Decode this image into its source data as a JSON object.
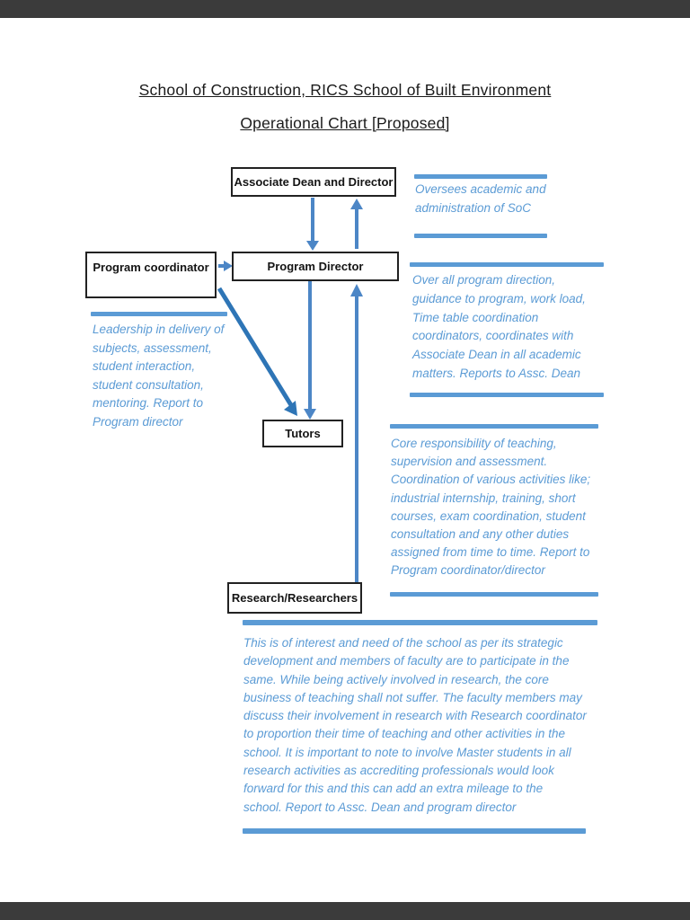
{
  "colors": {
    "accent_blue": "#5b9bd5",
    "arrow_blue": "#4c86c6",
    "diagonal_arrow_blue": "#2e75b6",
    "viewer_bar_gray": "#3b3b3b",
    "box_border": "#222222",
    "title_text": "#1b1b1b"
  },
  "title": {
    "line1": "School of Construction, RICS School of Built Environment",
    "line2": "Operational Chart [Proposed]"
  },
  "chart": {
    "type": "org-flow-diagram",
    "nodes": [
      {
        "id": "assoc_dean",
        "label": "Associate Dean and Director"
      },
      {
        "id": "prog_coord",
        "label": "Program coordinator"
      },
      {
        "id": "prog_dir",
        "label": "Program Director"
      },
      {
        "id": "tutors",
        "label": "Tutors"
      },
      {
        "id": "research",
        "label": "Research/Researchers"
      }
    ],
    "edges": [
      {
        "from": "assoc_dean",
        "to": "prog_dir",
        "direction": "down"
      },
      {
        "from": "prog_dir",
        "to": "assoc_dean",
        "direction": "up"
      },
      {
        "from": "prog_coord",
        "to": "prog_dir",
        "direction": "right"
      },
      {
        "from": "prog_dir",
        "to": "tutors",
        "direction": "down"
      },
      {
        "from": "research",
        "to": "prog_dir",
        "direction": "up"
      },
      {
        "from": "prog_coord",
        "to": "tutors",
        "direction": "diagonal-down"
      }
    ],
    "annotations": [
      {
        "id": "a1",
        "for": "assoc_dean",
        "text": "Oversees academic and\nadministration of SoC"
      },
      {
        "id": "a2",
        "for": "prog_dir",
        "text": "Over all program direction,\nguidance to program, work load,\nTime table coordination\ncoordinators, coordinates with\nAssociate Dean in all academic\nmatters. Reports to Assc. Dean"
      },
      {
        "id": "a3",
        "for": "prog_coord",
        "text": "Leadership in delivery of\nsubjects, assessment,\nstudent interaction,\nstudent consultation,\nmentoring. Report to\nProgram director"
      },
      {
        "id": "a4",
        "for": "tutors",
        "text": "Core responsibility of teaching,\nsupervision and assessment.\nCoordination of various activities like;\nindustrial internship, training, short\ncourses, exam coordination, student\nconsultation and any other duties\nassigned from time to time. Report to\nProgram coordinator/director"
      },
      {
        "id": "a5",
        "for": "research",
        "text": "This is of interest and need of the school as per its strategic\ndevelopment and members of faculty are to participate in the\nsame. While being actively involved in research, the core\nbusiness of teaching shall not suffer. The faculty members may\ndiscuss their involvement in research with Research coordinator\nto proportion their time of teaching and other activities in the\nschool. It is important to note to involve Master students in all\nresearch activities as accrediting professionals would look\nforward for this and this can add an extra mileage to the\nschool. Report to Assc. Dean and program director"
      }
    ]
  }
}
